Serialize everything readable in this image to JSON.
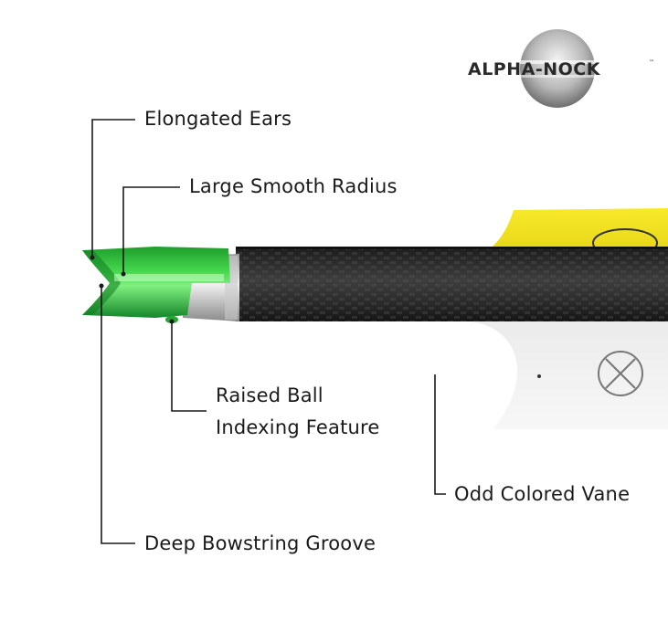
{
  "logo": {
    "text": "ALPHA-NOCK",
    "trademark": "™"
  },
  "callouts": {
    "elongated_ears": "Elongated Ears",
    "large_smooth_radius": "Large Smooth Radius",
    "raised_ball_line1": "Raised Ball",
    "raised_ball_line2": "Indexing Feature",
    "odd_colored_vane": "Odd Colored Vane",
    "deep_bowstring_groove": "Deep Bowstring Groove"
  },
  "colors": {
    "nock_green": "#2fc43a",
    "vane_yellow": "#f4e31a",
    "vane_white": "#f2f2f2",
    "shaft_carbon": "#3a3a3a"
  }
}
